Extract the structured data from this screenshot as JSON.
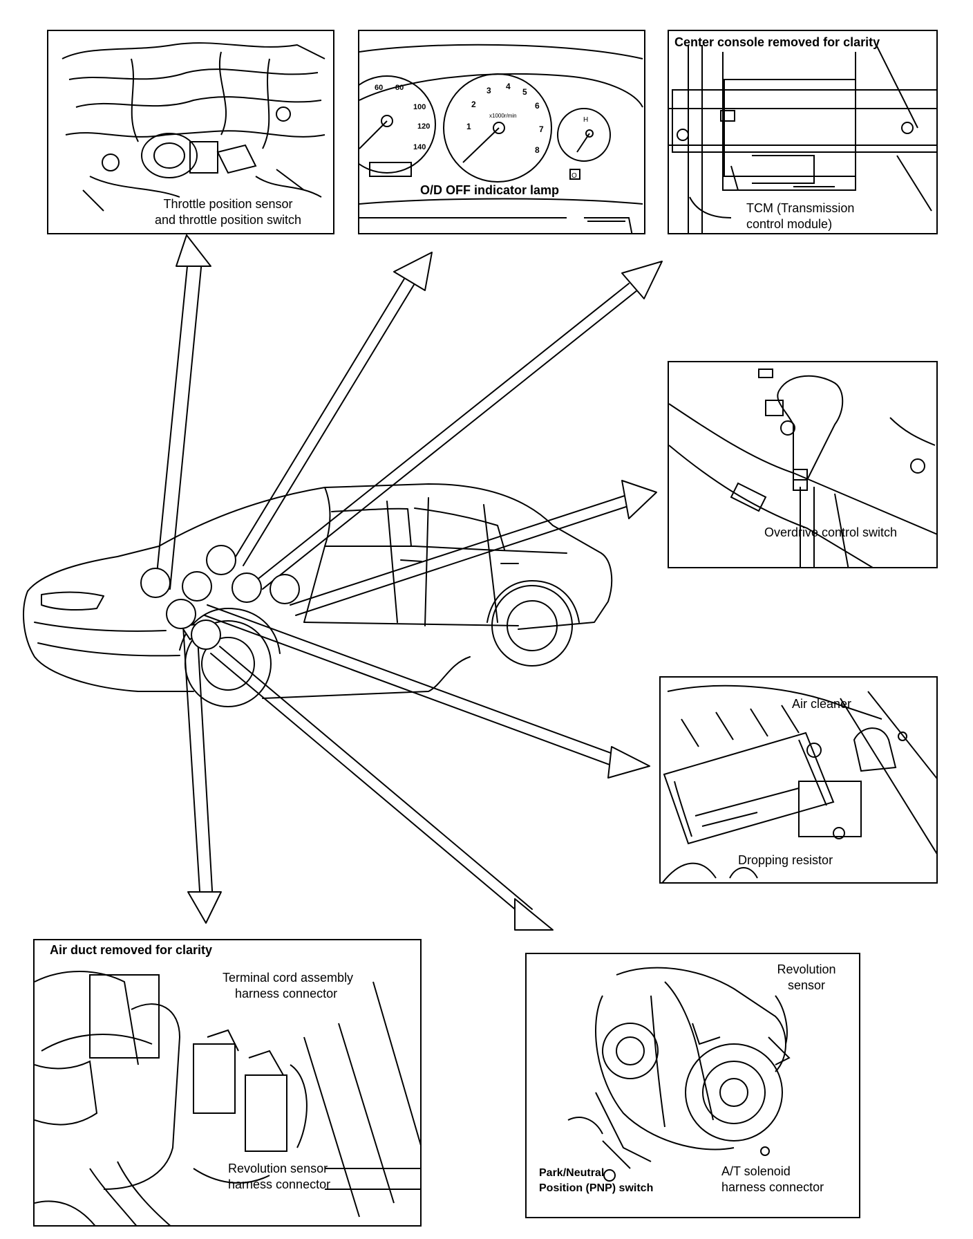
{
  "panels": {
    "throttle": {
      "label_line1": "Throttle position sensor",
      "label_line2": "and throttle position switch"
    },
    "cluster": {
      "label": "O/D OFF indicator lamp",
      "speed_ticks": [
        "60",
        "80",
        "100",
        "120",
        "140"
      ],
      "rpm_ticks": [
        "1",
        "2",
        "3",
        "4",
        "5",
        "6",
        "7",
        "8"
      ],
      "rpm_unit": "x1000r/min",
      "temp_mark": "H",
      "indicator_glyph": "O"
    },
    "console": {
      "header": "Center console removed for clarity",
      "label_line1": "TCM (Transmission",
      "label_line2": "control module)"
    },
    "overdrive": {
      "label": "Overdrive control switch"
    },
    "aircleaner": {
      "label_top": "Air cleaner",
      "label_bottom": "Dropping resistor"
    },
    "airduct": {
      "header": "Air duct removed for clarity",
      "label_top_line1": "Terminal cord assembly",
      "label_top_line2": "harness connector",
      "label_bottom_line1": "Revolution sensor",
      "label_bottom_line2": "harness connector"
    },
    "transaxle": {
      "label_rev_line1": "Revolution",
      "label_rev_line2": "sensor",
      "label_pnp_line1": "Park/Neutral",
      "label_pnp_line2": "Position (PNP) switch",
      "label_sol_line1": "A/T solenoid",
      "label_sol_line2": "harness connector"
    }
  },
  "icons": [
    "car-illustration",
    "callout-circle",
    "arrow"
  ]
}
